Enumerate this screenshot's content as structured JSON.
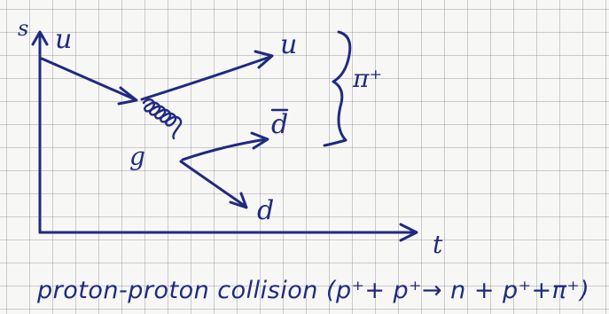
{
  "diagram": {
    "axis_y_label": "s",
    "axis_x_label": "t",
    "particles": {
      "incoming_quark": "u",
      "outgoing_up": "u",
      "antidown": "d",
      "gluon": "g",
      "down": "d"
    },
    "pion_label": "π⁺",
    "caption": "proton-proton collision (p⁺+ p⁺→ n + p⁺+π⁺)",
    "ink_color": "#1f2a80",
    "grid_color": "#8a8aa0",
    "paper_color": "#f7f7f5"
  }
}
